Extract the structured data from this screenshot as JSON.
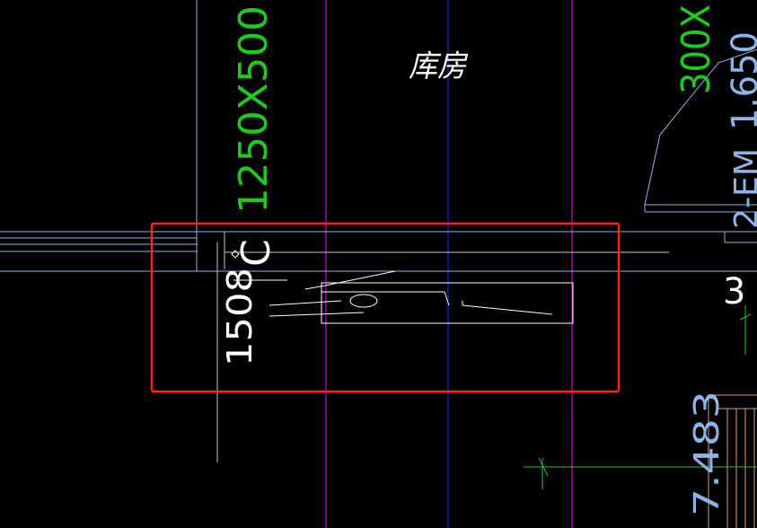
{
  "viewport": {
    "background": "#000000"
  },
  "colors": {
    "wall_line": "#8fb3e6",
    "grid_magenta": "#ff00ff",
    "grid_blue": "#1a2cff",
    "dimension_green": "#22c822",
    "text_white": "#ffffff",
    "selection_red": "#ff2020",
    "hatch_orange": "#d9a070"
  },
  "labels": {
    "room_name": "库房",
    "beam_size_left": "1250X500",
    "beam_id_left": "C",
    "beam_code_left": "1508",
    "beam_size_right": "300X",
    "beam_note_right": "1.650",
    "beam_note_right_2": "2-EM",
    "right_small_number": "3",
    "elevation_value": "7.483"
  }
}
